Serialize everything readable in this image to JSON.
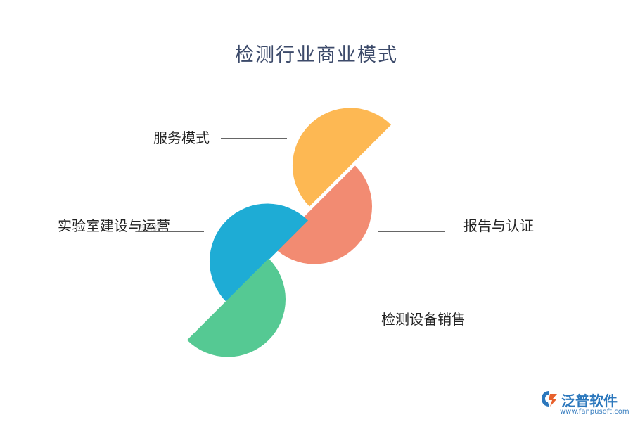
{
  "title": "检测行业商业模式",
  "segments": [
    {
      "label": "服务模式",
      "color": "#fdb853"
    },
    {
      "label": "报告与认证",
      "color": "#f28b72"
    },
    {
      "label": "实验室建设与运营",
      "color": "#1eacd5"
    },
    {
      "label": "检测设备销售",
      "color": "#55c993"
    }
  ],
  "watermark": {
    "name": "泛普软件",
    "url": "www.fanpusoft.com"
  },
  "colors": {
    "title": "#3c4a6a",
    "line": "#666666"
  }
}
